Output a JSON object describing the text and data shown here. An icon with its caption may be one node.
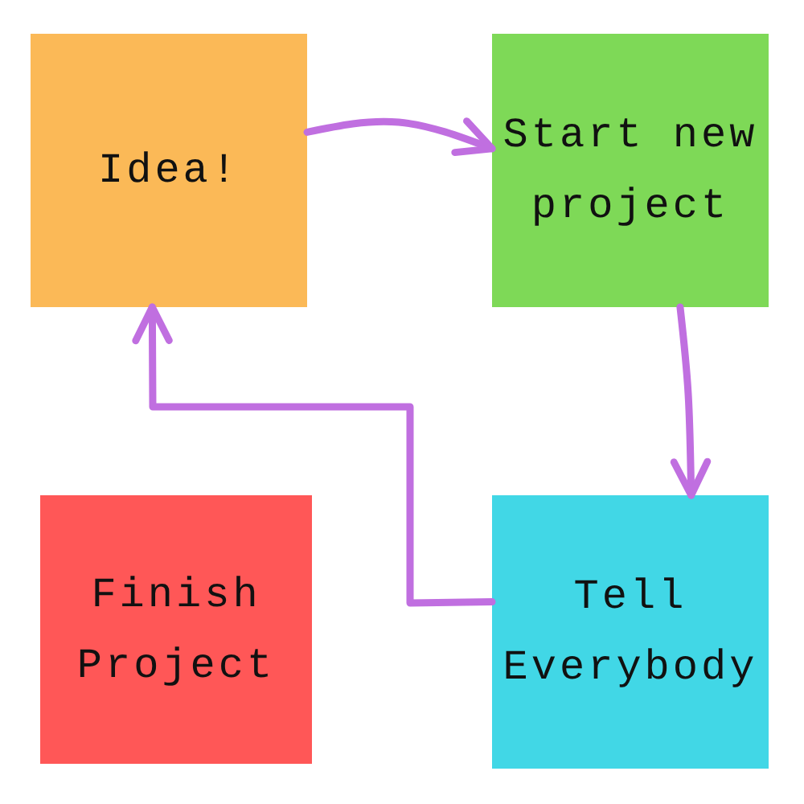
{
  "diagram": {
    "nodes": [
      {
        "text": [
          "Idea!"
        ]
      },
      {
        "text": [
          "Start new project"
        ]
      },
      {
        "text": [
          "Finish Project"
        ]
      },
      {
        "text": [
          "Tell Everybody"
        ]
      }
    ],
    "edges": [
      {
        "from": 0,
        "to": 1,
        "arrow": "to"
      },
      {
        "from": 1,
        "to": 3,
        "arrow": "to"
      },
      {
        "from": 3,
        "to": 0,
        "arrow": "to"
      }
    ]
  }
}
